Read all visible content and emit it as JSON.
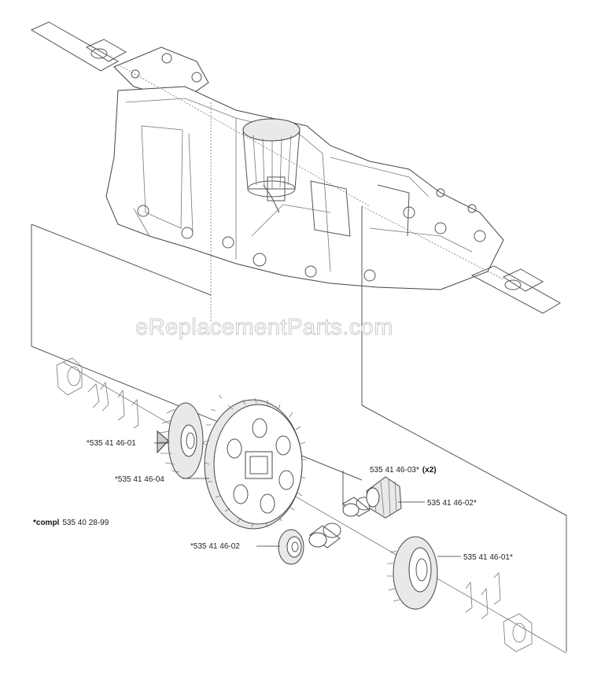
{
  "watermark": "eReplacementParts.com",
  "labels": {
    "bevel_gear_left": "*535 41 46-01",
    "main_gear": "*535 41 46-04",
    "pin": "535 41 46-03*",
    "pin_qty": "(x2)",
    "pinion_right": "535 41 46-02*",
    "pinion_left": "*535 41 46-02",
    "bevel_gear_right": "535 41 46-01*",
    "kit_prefix": "*compl",
    "kit_number": "535 40 28-99"
  }
}
